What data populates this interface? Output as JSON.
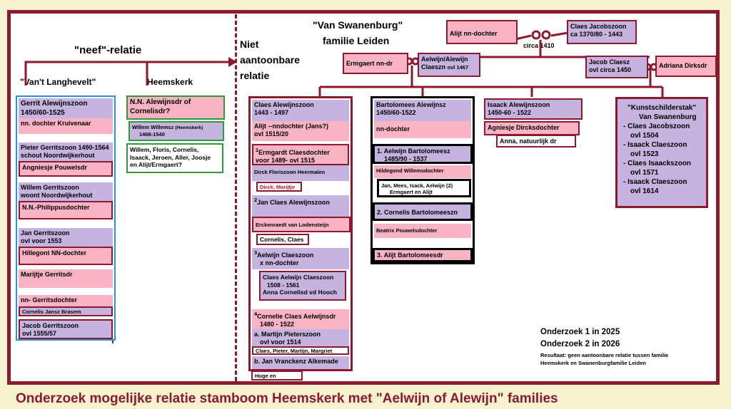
{
  "headers": {
    "neef": "\"neef\"-relatie",
    "vant": "\"Van't Langhevelt\"",
    "heemskerk": "Heemskerk",
    "niet": [
      "Niet",
      "aantoonbare",
      "relatie"
    ],
    "swanenburg": [
      "\"Van Swanenburg\"",
      "familie Leiden"
    ],
    "circa": "circa 1410"
  },
  "left_column": [
    {
      "lines": [
        "Gerrit Alewijnszoon",
        "1450/60-1525"
      ],
      "style": "lav"
    },
    {
      "lines": [
        "nn. dochter Kruivenaar"
      ],
      "style": "pink"
    },
    {
      "lines": [
        "Pieter Gerritszoon 1490-1564",
        "schout Noordwijkerhout"
      ],
      "style": "lav"
    },
    {
      "lines": [
        "Angniesje Pouwelsdr"
      ],
      "style": "pink"
    },
    {
      "lines": [
        "Willem Gerritszoon",
        "woont Noordwijkerhout"
      ],
      "style": "lav"
    },
    {
      "lines": [
        "N.N.-Philippusdochter"
      ],
      "style": "pink"
    },
    {
      "lines": [
        "Jan Gerritszoon",
        "ovl voor 1553"
      ],
      "style": "lav"
    },
    {
      "lines": [
        "Hillegont NN-dochter"
      ],
      "style": "pink"
    },
    {
      "lines": [
        "Marijtje Gerritsdr"
      ],
      "style": "pink"
    },
    {
      "lines": [
        "nn- Gerritsdochter"
      ],
      "style": "pink"
    },
    {
      "lines": [
        "Cornelis Jansz Brasem"
      ],
      "style": "lav"
    },
    {
      "lines": [
        "Jacob Gerritszoon",
        "ovl 1555/57"
      ],
      "style": "lav"
    }
  ],
  "heemskerk_column": {
    "a": [
      "N.N. Alewijnsdr of",
      "Cornelisdr?"
    ],
    "b": [
      "Willem Willemsz",
      "(Heemskerk)",
      "1468-1540"
    ],
    "c": [
      "Willem, Floris, Cornelis,",
      "Isaack, Jeroen, Aller, Joosje",
      "en Alijt/Ermgaert?"
    ]
  },
  "claes_column": [
    {
      "lines": [
        "Claes Alewijnszoon",
        "1443 - 1497"
      ],
      "style": "lav"
    },
    {
      "lines": [
        "Alijt --nndochter (Jans?)",
        "ovl 1515/20"
      ],
      "style": "pink"
    },
    {
      "lines": [
        "Ermgardt Claesdochter",
        "voor 1489- ovl 1515"
      ],
      "num": "1",
      "style": "pink"
    },
    {
      "lines": [
        "Dirck Floriszoon Heermalen"
      ],
      "style": "lav"
    },
    {
      "lines": [
        "Dirck, Marijtje"
      ],
      "style": "white"
    },
    {
      "lines": [
        "Jan Claes Alewijnszoon"
      ],
      "num": "2",
      "style": "lav"
    },
    {
      "lines": [
        "Erckenraedt van Lodensteijn"
      ],
      "style": "pink"
    },
    {
      "lines": [
        "Cornelis, Claes"
      ],
      "style": "white"
    },
    {
      "lines": [
        "Aelwijn Claeszoon",
        "x nn-dochter"
      ],
      "num": "3",
      "style": "lav"
    },
    {
      "lines": [
        "Claes Aelwijn Claeszoon",
        "1508 - 1561",
        "Anna Cornelisd vd Hooch"
      ],
      "style": "lav"
    },
    {
      "lines": [
        "Cornelie Claes Aelwijnsdr",
        "1480 - 1522"
      ],
      "num": "4",
      "style": "pink"
    },
    {
      "lines": [
        "a. Martijn Pieterszoon",
        "ovl voor 1514"
      ],
      "style": "lav"
    },
    {
      "lines": [
        "Claes, Pieter, Martijn, Margriet"
      ],
      "style": "white"
    },
    {
      "lines": [
        "b. Jan Vranckenz Alkemade"
      ],
      "style": "lav"
    },
    {
      "lines": [
        "Huge en Ermgaert"
      ],
      "style": "white"
    }
  ],
  "bart_column": [
    {
      "lines": [
        "Bartolomees Alewijnsz",
        "1450/60-1522"
      ],
      "style": "lav"
    },
    {
      "lines": [
        "nn-dochter"
      ],
      "style": "pink"
    },
    {
      "lines": [
        "1. Aelwijn Bartolomeesz",
        "1485/90 - 1537"
      ],
      "style": "lav"
    },
    {
      "lines": [
        "Hildegond Willemsdochter"
      ],
      "style": "pink"
    },
    {
      "lines": [
        "Jan, Mees, Isack, Aelwijn (2)",
        "Ermgaert en Alijt"
      ],
      "style": "white"
    },
    {
      "lines": [
        "2. Cornelis Bartolomeeszn"
      ],
      "style": "lav"
    },
    {
      "lines": [
        "Beatrix Pouwelsdochter"
      ],
      "style": "pink"
    },
    {
      "lines": [
        "3. Alijt Bartolomeesdr"
      ],
      "style": "pink"
    }
  ],
  "isaack": {
    "a": [
      "Isaack Alewijnszoon",
      "1450-60 - 1522"
    ],
    "b": [
      "Agniesje Dircksdochter"
    ],
    "c": [
      "Anna, natuurlijk dr"
    ]
  },
  "top_boxes": {
    "alijt": "Alijt nn-dochter",
    "claes_j": [
      "Claes Jacobszoon",
      "ca 1370/80 - 1443"
    ],
    "ermgaert": "Ermgaert nn-dr",
    "aelwijn": [
      "Aelwijn/Alewijn",
      "Claeszn",
      "ovl 1467"
    ],
    "jacob": [
      "Jacob Claesz",
      "ovl circa 1450"
    ],
    "adriana": "Adriana Dirksdr"
  },
  "kunst": {
    "title": [
      "\"Kunstschilderstak\"",
      "Van Swanenburg"
    ],
    "items": [
      "- Claes Jacobszoon",
      "ovl 1504",
      "- Isaack Claeszoon",
      "ovl 1523",
      "- Claes Isaackszoon",
      "ovl 1571",
      "- Isaack Claeszoon",
      "ovl 1614"
    ]
  },
  "onderzoek": {
    "l1": "Onderzoek 1 in 2025",
    "l2": "Onderzoek 2 in 2026",
    "r1": "Resultaat: geen aantoonbare relatie tussen familie",
    "r2": "Heemskerk en Swanenburgfamilie Leiden"
  },
  "bottom_title": "Onderzoek mogelijke relatie stamboom Heemskerk met \"Aelwijn of Alewijn\" families",
  "colors": {
    "frame": "#8b1a2e",
    "pink": "#f9b3c4",
    "lavender": "#c6b3e0",
    "blue": "#2a8fd6",
    "green": "#2a9a3a"
  }
}
